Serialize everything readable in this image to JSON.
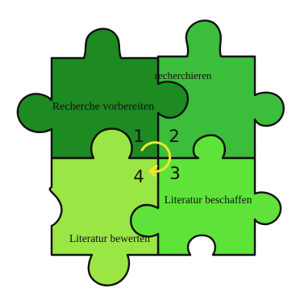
{
  "pieces": [
    {
      "id": "recherche-vorbereiten",
      "label": "Recherche vorbereiten",
      "number": "1",
      "color": "#1d8a22"
    },
    {
      "id": "recherchieren",
      "label": "recherchieren",
      "number": "2",
      "color": "#3cbd3c"
    },
    {
      "id": "literatur-beschaffen",
      "label": "Literatur beschaffen",
      "number": "3",
      "color": "#5fe33a"
    },
    {
      "id": "literatur-bewerten",
      "label": "Literatur bewerten",
      "number": "4",
      "color": "#9ae645"
    }
  ],
  "cycle_arrow_color": "#f2e82a"
}
